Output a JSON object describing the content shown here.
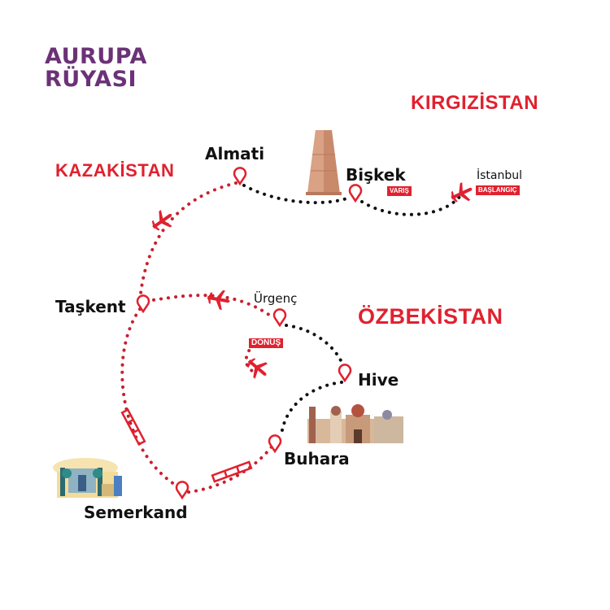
{
  "brand": {
    "line1": "AURUPA",
    "line2": "RÜYASI",
    "color": "#6b3277"
  },
  "countries": {
    "kyrgyzstan": "KIRGIZİSTAN",
    "kazakhstan": "KAZAKİSTAN",
    "uzbekistan": "ÖZBEKİSTAN"
  },
  "cities": {
    "almati": "Almati",
    "biskek": "Bişkek",
    "istanbul": "İstanbul",
    "taskent": "Taşkent",
    "urgenc": "Ürgenç",
    "hive": "Hive",
    "buhara": "Buhara",
    "semerkand": "Semerkand"
  },
  "tags": {
    "biskek": "VARIŞ",
    "istanbul": "BAŞLANGIÇ",
    "urgenc": "DÖNÜŞ"
  },
  "colors": {
    "accent": "#e0212f",
    "route_land": "#111111",
    "route_dotted": "#c8202e"
  },
  "route_legs": [
    {
      "from": "İstanbul",
      "to": "Bişkek",
      "mode": "flight"
    },
    {
      "from": "Bişkek",
      "to": "Almati",
      "mode": "road"
    },
    {
      "from": "Almati",
      "to": "Taşkent",
      "mode": "flight"
    },
    {
      "from": "Taşkent",
      "to": "Semerkand",
      "mode": "train"
    },
    {
      "from": "Semerkand",
      "to": "Buhara",
      "mode": "train"
    },
    {
      "from": "Buhara",
      "to": "Hive",
      "mode": "road"
    },
    {
      "from": "Hive",
      "to": "Ürgenç",
      "mode": "road"
    },
    {
      "from": "Ürgenç",
      "to": "Taşkent",
      "mode": "flight"
    },
    {
      "from": "Ürgenç",
      "to": "İstanbul",
      "mode": "flight-return"
    }
  ]
}
